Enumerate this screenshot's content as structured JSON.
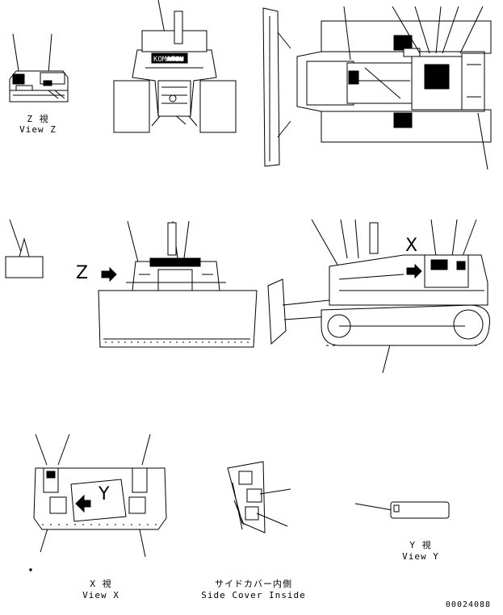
{
  "views": {
    "z": {
      "jp": "Z 視",
      "en": "View Z"
    },
    "x": {
      "jp": "X 視",
      "en": "View X"
    },
    "y": {
      "jp": "Y 視",
      "en": "View Y"
    },
    "side_cover": {
      "jp": "サイドカバー内側",
      "en": "Side Cover Inside"
    }
  },
  "markers": {
    "z": "Z",
    "x": "X",
    "y": "Y"
  },
  "brand_plate": "KOMATSU",
  "drawing_number": "00024088"
}
